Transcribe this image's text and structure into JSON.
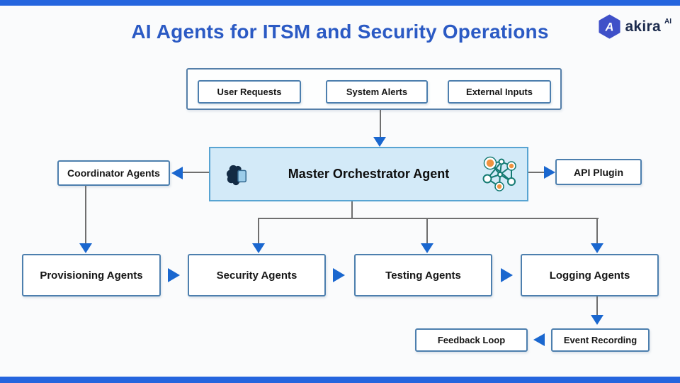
{
  "slide": {
    "title": "AI Agents for ITSM and Security Operations"
  },
  "logo": {
    "brand": "akira",
    "superscript": "AI",
    "icon_letter": "A"
  },
  "inputs": {
    "items": [
      {
        "label": "User Requests"
      },
      {
        "label": "System Alerts"
      },
      {
        "label": "External Inputs"
      }
    ]
  },
  "orchestrator": {
    "label": "Master Orchestrator Agent",
    "left_icon": "ai-brain-chip-icon",
    "right_icon": "network-graph-icon"
  },
  "left_branch": {
    "label": "Coordinator Agents"
  },
  "right_branch": {
    "label": "API Plugin"
  },
  "agent_row": [
    {
      "label": "Provisioning Agents"
    },
    {
      "label": "Security Agents"
    },
    {
      "label": "Testing Agents"
    },
    {
      "label": "Logging Agents"
    }
  ],
  "feedback": {
    "event_label": "Event Recording",
    "loop_label": "Feedback Loop"
  },
  "colors": {
    "accent_bar": "#2565de",
    "title": "#2b5ac4",
    "box_border": "#4d7fae",
    "master_fill": "#d3eaf8",
    "master_border": "#58a4d2",
    "arrow_blue": "#1a67cf",
    "connector_gray": "#6f6f6f",
    "network_node_orange": "#f0923f",
    "network_edge_teal": "#147a72",
    "logo_hexagon": "#3f50c8"
  }
}
